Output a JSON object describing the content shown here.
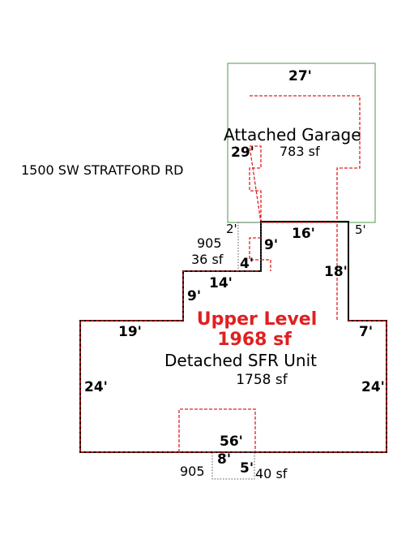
{
  "address": "1500 SW STRATFORD RD",
  "garage": {
    "name": "Attached Garage",
    "area": "783 sf",
    "width_dim": "27'",
    "depth_dim": "29'",
    "border_color": "#4a9a4a"
  },
  "upper_level": {
    "name": "Upper Level",
    "area": "1968 sf",
    "color": "#e02020"
  },
  "main_unit": {
    "name": "Detached SFR Unit",
    "area": "1758 sf",
    "dims": {
      "top": "16'",
      "right_upper": "18'",
      "right_notch": "5'",
      "right_step": "7'",
      "right_lower": "24'",
      "left_lower": "24'",
      "left_step": "19'",
      "left_mid": "9'",
      "left_upper": "14'",
      "bottom": "56'",
      "inner_9": "9'",
      "inner_4": "4'"
    }
  },
  "small_area_upper": {
    "code": "905",
    "area": "36 sf",
    "dim": "2'"
  },
  "small_area_lower": {
    "code": "905",
    "area": "40 sf",
    "dim_width": "8'",
    "dim_depth": "5'"
  },
  "colors": {
    "main_outline": "#000000",
    "red_dashed": "#e02020",
    "dotted": "#555555"
  }
}
